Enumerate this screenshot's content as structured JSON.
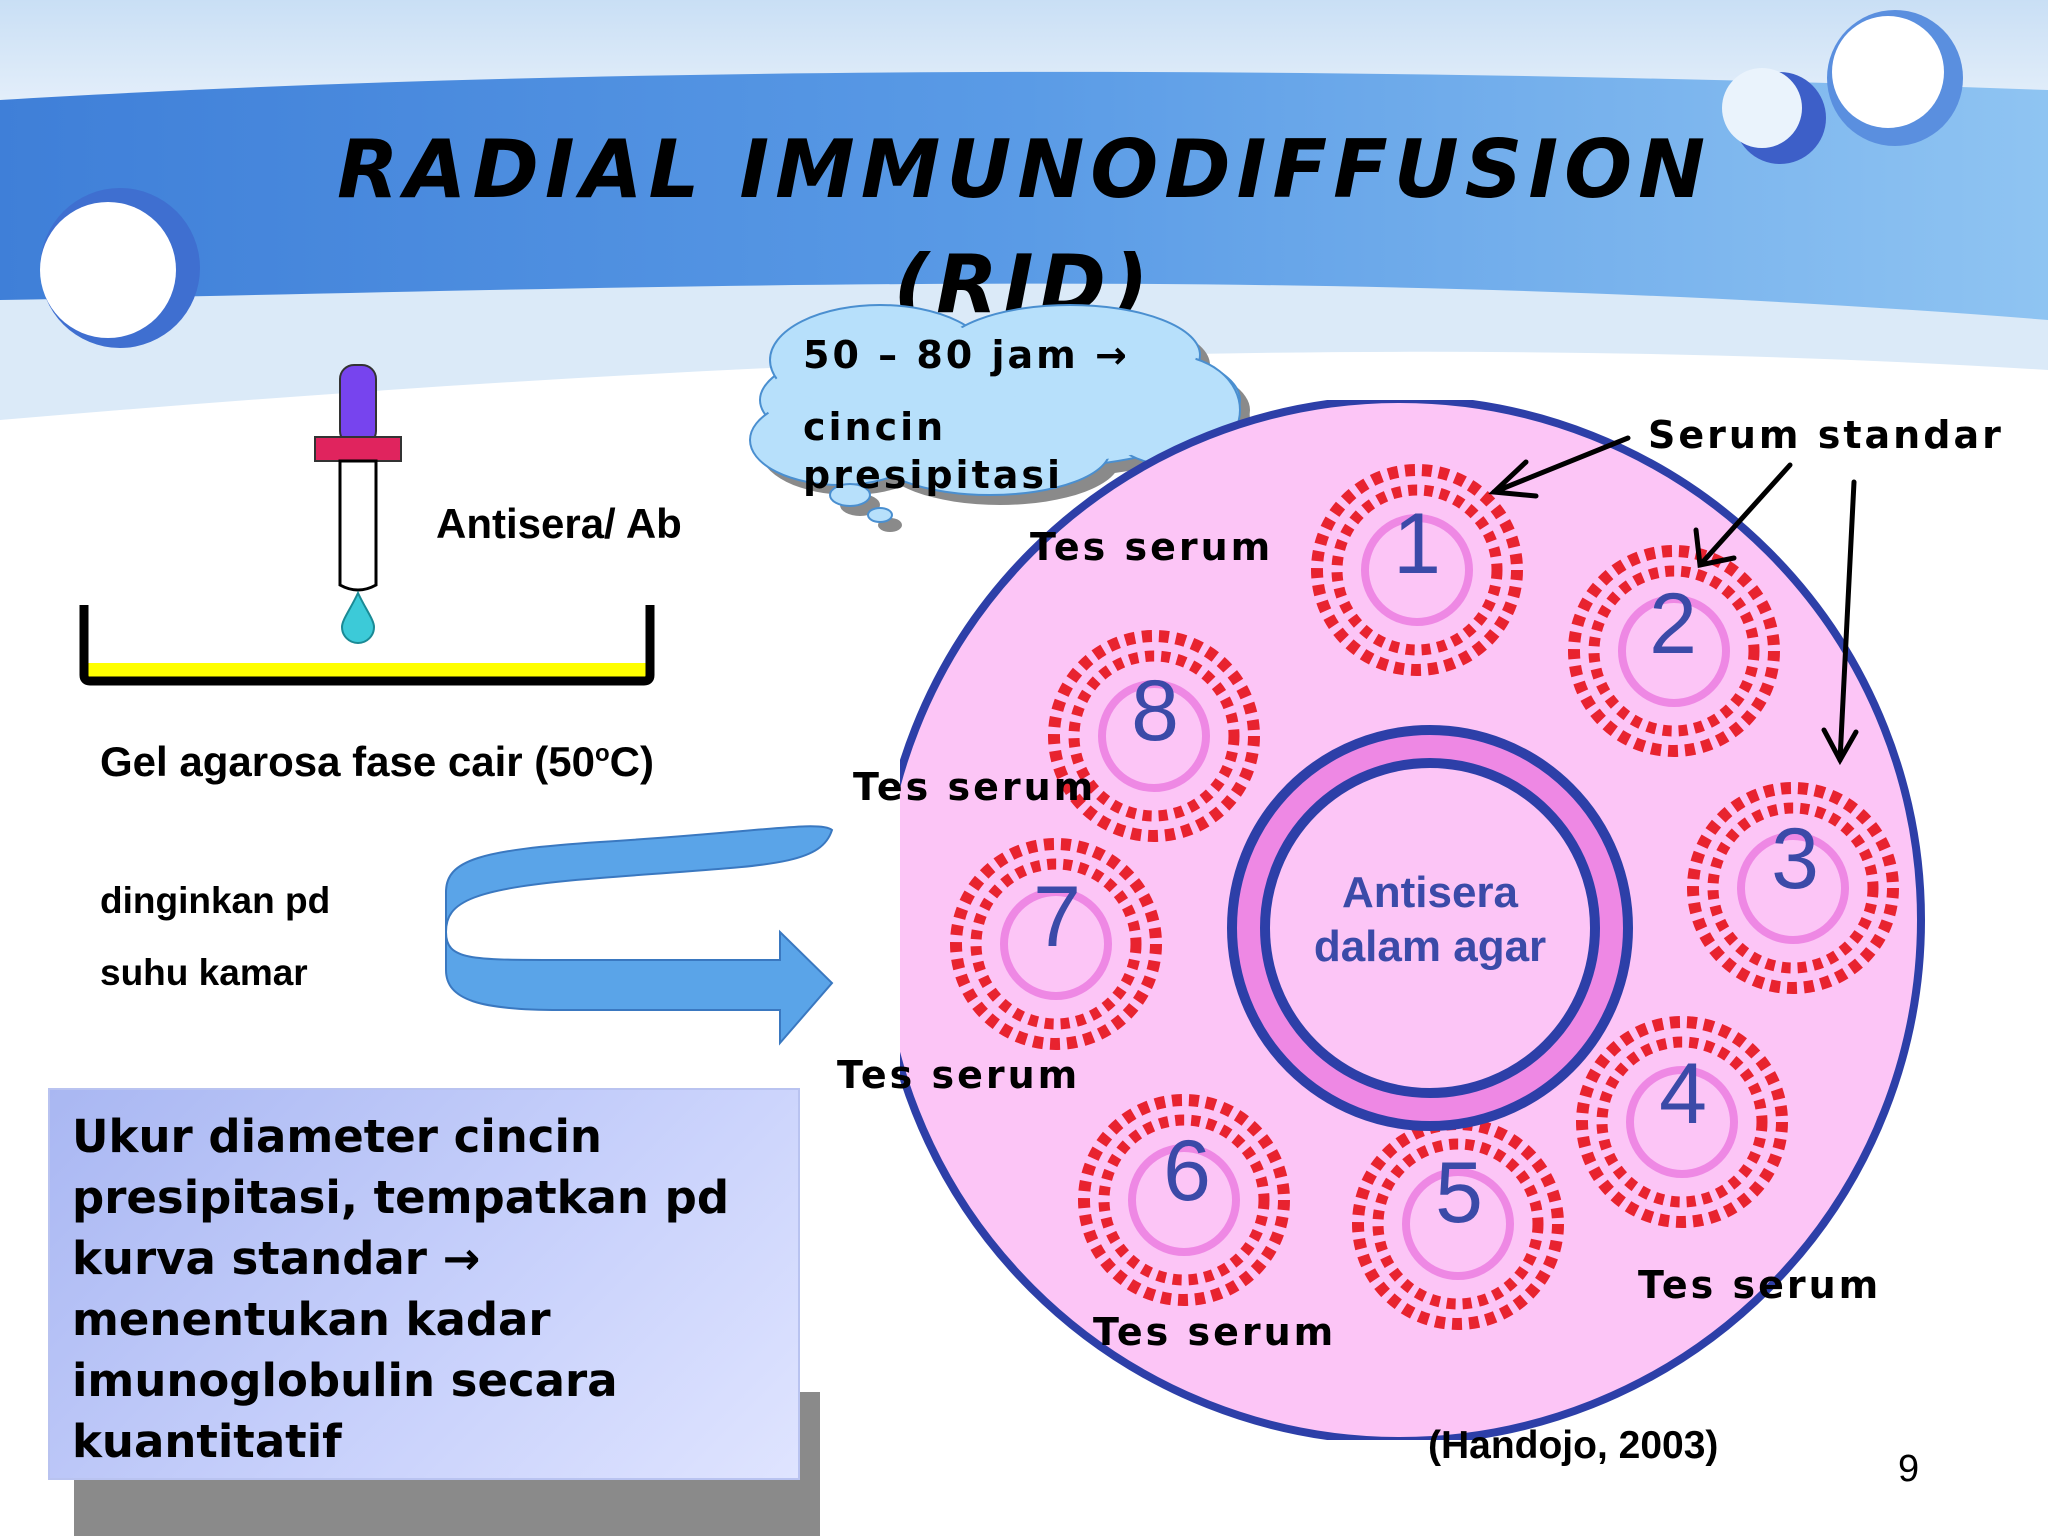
{
  "slide": {
    "title_line1": "RADIAL IMMUNODIFFUSION",
    "title_line2": "(RID)",
    "page_number": "9"
  },
  "labels": {
    "dropper": "Antisera/ Ab",
    "gel": "Gel agarosa fase cair (50",
    "gel_superscript": "o",
    "gel_end": "C)",
    "cool_line1": "dinginkan pd",
    "cool_line2": "suhu kamar",
    "cloud_line1": "50 – 80 jam →",
    "cloud_line2": "cincin",
    "cloud_line3": "presipitasi",
    "serum_standar": "Serum standar",
    "tes_serum": "Tes serum",
    "center_line1": "Antisera",
    "center_line2": "dalam agar",
    "citation": "(Handojo, 2003)"
  },
  "wells": [
    "1",
    "2",
    "3",
    "4",
    "5",
    "6",
    "7",
    "8"
  ],
  "info_box": {
    "text": "Ukur diameter cincin\npresipitasi, tempatkan pd\nkurva standar →\nmenentukan kadar\nimunoglobulin secara\nkuantitatif"
  },
  "colors": {
    "banner_blue": "#4f8fe0",
    "plate_fill": "#fcc5f6",
    "plate_border": "#2d3fa8",
    "ring_red": "#e8232f",
    "well_pink": "#ee88e4",
    "number_color": "#3b4aa8",
    "gel_yellow": "#ffff00",
    "dropper_bulb": "#7744ee",
    "arrow_blue": "#5aa4e8"
  }
}
